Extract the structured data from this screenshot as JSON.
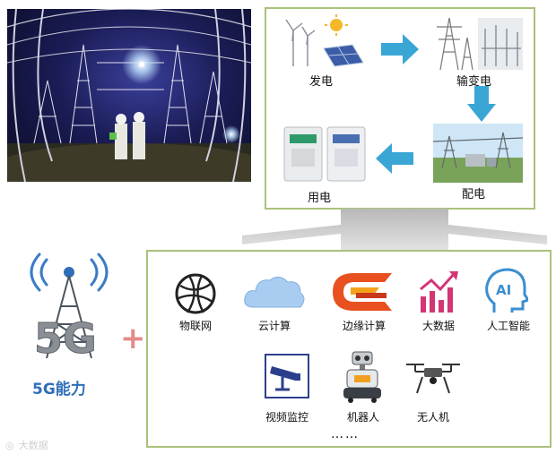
{
  "chain": {
    "generation": "发电",
    "transmission": "输变电",
    "distribution": "配电",
    "consumption": "用电"
  },
  "five_g": {
    "label": "5G能力"
  },
  "capabilities": [
    {
      "label": "物联网",
      "icon": "globe-network-icon"
    },
    {
      "label": "云计算",
      "icon": "cloud-icon"
    },
    {
      "label": "边缘计算",
      "icon": "edge-computing-icon"
    },
    {
      "label": "大数据",
      "icon": "big-data-chart-icon"
    },
    {
      "label": "人工智能",
      "icon": "ai-head-icon"
    },
    {
      "label": "视频监控",
      "icon": "cctv-camera-icon"
    },
    {
      "label": "机器人",
      "icon": "robot-icon"
    },
    {
      "label": "无人机",
      "icon": "drone-icon"
    }
  ],
  "more": "……",
  "watermark": "大数据",
  "colors": {
    "box_border": "#a9c27a",
    "arrow_blue": "#3aa6d6",
    "five_g_blue": "#2e6fb8",
    "plus_pink": "#e48b8b",
    "edge_red": "#e8501f"
  }
}
